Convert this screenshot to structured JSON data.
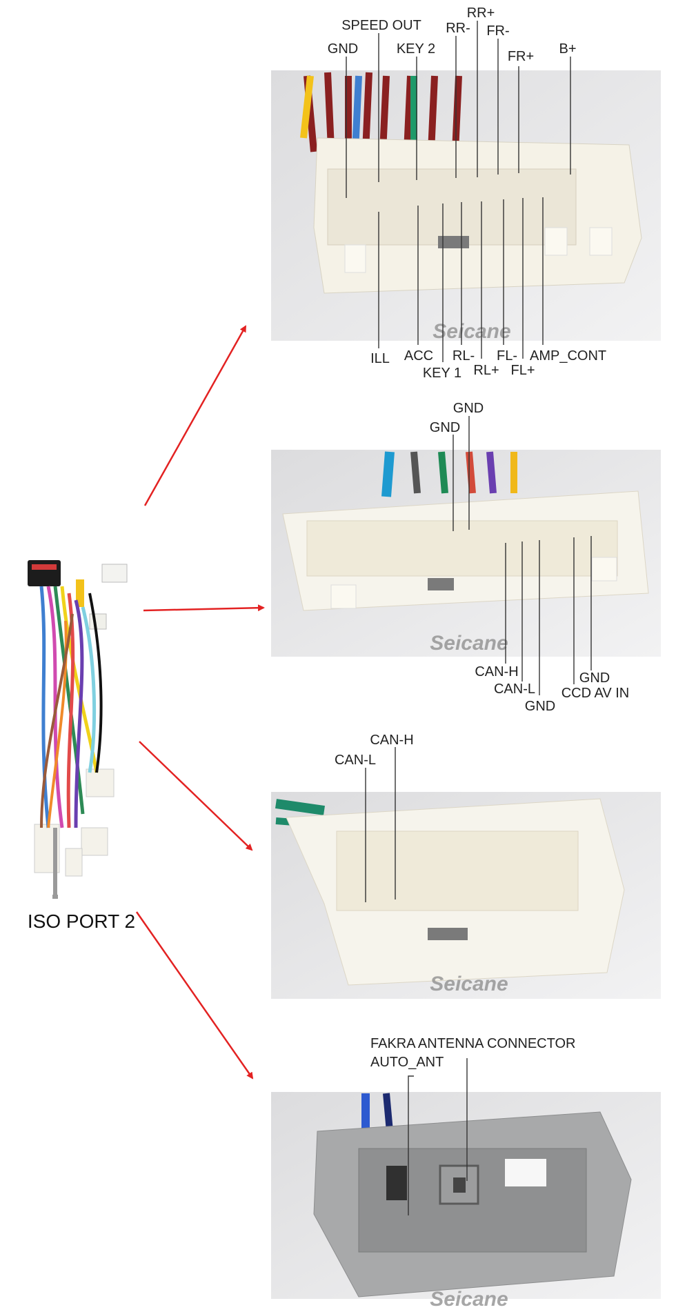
{
  "harness_label": "ISO PORT 2",
  "watermark": "Seicane",
  "panels": [
    {
      "id": "connector-1",
      "top_labels": [
        "GND",
        "SPEED OUT",
        "KEY 2",
        "RR-",
        "RR+",
        "FR-",
        "FR+",
        "B+"
      ],
      "bottom_labels": [
        "ILL",
        "ACC",
        "KEY 1",
        "RL-",
        "RL+",
        "FL-",
        "FL+",
        "AMP_CONT"
      ]
    },
    {
      "id": "connector-2",
      "top_labels": [
        "GND",
        "GND"
      ],
      "bottom_labels": [
        "CAN-H",
        "CAN-L",
        "GND",
        "CCD AV IN",
        "GND"
      ]
    },
    {
      "id": "connector-3",
      "top_labels": [
        "CAN-L",
        "CAN-H"
      ],
      "bottom_labels": []
    },
    {
      "id": "connector-4",
      "top_labels": [
        "FAKRA ANTENNA CONNECTOR",
        "AUTO_ANT"
      ],
      "bottom_labels": []
    }
  ],
  "colors": {
    "arrow": "#e32222",
    "connector_white": "#f4f1e8",
    "connector_grey": "#a9aaab",
    "photo_bg": "#e9e9ea"
  }
}
